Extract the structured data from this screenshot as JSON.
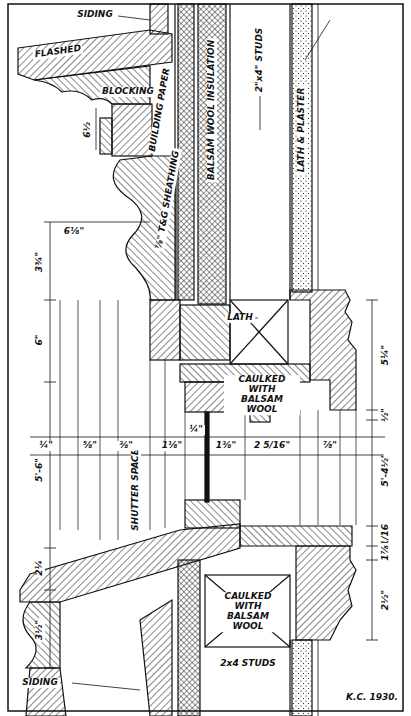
{
  "diagram": {
    "labels": [
      "SIDING",
      "FLASHED",
      "BLOCKING",
      "6½",
      "BUILDING PAPER",
      "⅞\" T&G SHEATHING",
      "BALSAM WOOL INSULATION",
      "2\"x4\" STUDS",
      "LATH & PLASTER",
      "LATH",
      "6⅛\"",
      "3¾\"",
      "6\"",
      "5'-6\"",
      "2¼",
      "3½\"",
      "CAULKED WITH BALSAM WOOL",
      "CAULKED WITH BALSAM WOOL",
      "SHUTTER SPACE",
      "2x4 STUDS",
      "SIDING",
      "K.C. 1930.",
      "5¼\"",
      "½\"",
      "5'-4½\"",
      "1/16",
      "1⅞",
      "2½\"",
      "¼\"",
      "⅝\"",
      "⅜\"",
      "1⅛\"",
      "¼\"",
      "1⅜\"",
      "2 5/16\"",
      "⅞\""
    ]
  }
}
